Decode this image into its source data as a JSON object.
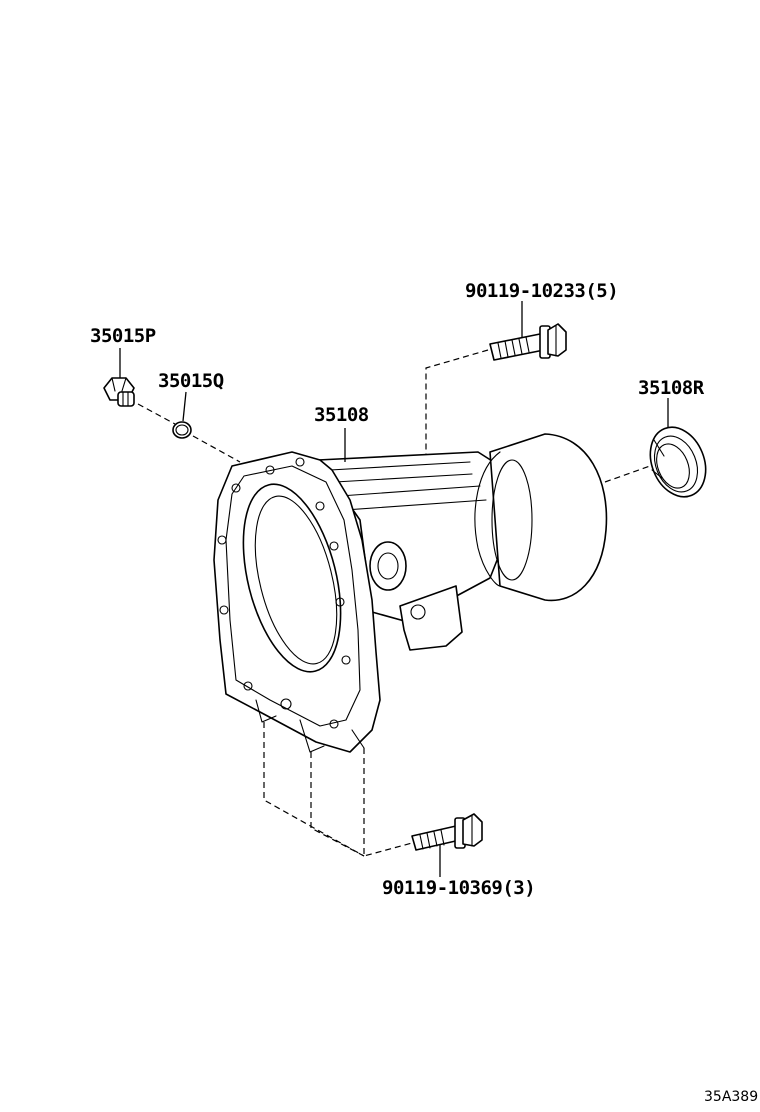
{
  "parts": [
    {
      "id": "drain-plug",
      "number": "35015P"
    },
    {
      "id": "gasket-ring",
      "number": "35015Q"
    },
    {
      "id": "extension-housing",
      "number": "35108"
    },
    {
      "id": "bolt-upper",
      "number": "90119-10233(5)"
    },
    {
      "id": "oil-seal",
      "number": "35108R"
    },
    {
      "id": "bolt-lower",
      "number": "90119-10369(3)"
    }
  ],
  "illustration_code": "35A389"
}
